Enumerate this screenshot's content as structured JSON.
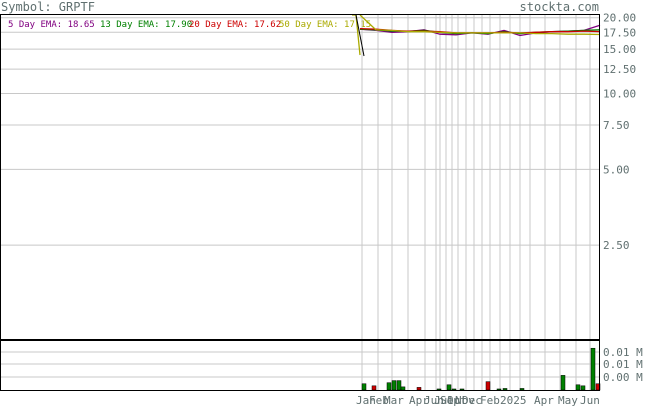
{
  "header": {
    "symbol_label": "Symbol: GRPTF",
    "site": "stockta.com"
  },
  "legend": [
    {
      "label": "5 Day EMA: 18.65",
      "color": "#800080"
    },
    {
      "label": "13 Day EMA: 17.90",
      "color": "#008000"
    },
    {
      "label": "20 Day EMA: 17.62",
      "color": "#cc0000"
    },
    {
      "label": "50 Day EMA: 17.15",
      "color": "#aaaa00"
    }
  ],
  "colors": {
    "grid": "#c8c8c8",
    "frame": "#000000",
    "axis_text": "#607070",
    "up_bar": "#008000",
    "down_bar": "#cc0000",
    "ema5": "#800080",
    "ema13": "#008000",
    "ema20": "#cc0000",
    "ema50": "#aaaa00"
  },
  "chart_data": [
    {
      "type": "line",
      "title": "Symbol: GRPTF",
      "y_scale": "log",
      "y_ticks": [
        "20.00",
        "17.50",
        "15.00",
        "12.50",
        "10.00",
        "7.50",
        "5.00",
        "2.50"
      ],
      "y_tick_values": [
        20,
        17.5,
        15,
        12.5,
        10,
        7.5,
        5,
        2.5
      ],
      "ylim": [
        1.05,
        20.5
      ],
      "x_labels": [
        "Jan",
        "Feb",
        "Mar",
        "Apr",
        "Jun",
        "Jul",
        "Sep",
        "Oct",
        "Nov",
        "Dec",
        "Feb",
        "2025",
        "Apr",
        "May",
        "Jun"
      ],
      "series": [
        {
          "name": "5 Day EMA",
          "values": [
            18.0,
            17.8,
            17.5,
            17.6,
            17.9,
            17.2,
            17.1,
            17.4,
            17.2,
            17.8,
            17.0,
            17.4,
            17.6,
            17.7,
            17.8,
            18.65
          ]
        },
        {
          "name": "13 Day EMA",
          "values": [
            18.0,
            17.9,
            17.7,
            17.7,
            17.8,
            17.5,
            17.3,
            17.4,
            17.3,
            17.6,
            17.3,
            17.5,
            17.6,
            17.7,
            17.8,
            17.9
          ]
        },
        {
          "name": "20 Day EMA",
          "values": [
            18.1,
            18.0,
            17.8,
            17.7,
            17.7,
            17.6,
            17.4,
            17.4,
            17.4,
            17.5,
            17.4,
            17.5,
            17.6,
            17.6,
            17.7,
            17.62
          ]
        },
        {
          "name": "50 Day EMA",
          "values": [
            20.5,
            17.9,
            17.8,
            17.6,
            17.6,
            17.5,
            17.4,
            17.4,
            17.4,
            17.4,
            17.4,
            17.3,
            17.3,
            17.2,
            17.2,
            17.15
          ]
        }
      ]
    },
    {
      "type": "bar",
      "y_ticks": [
        "0.01 M",
        "0.01 M",
        "0.00 M"
      ],
      "bars": [
        {
          "value": 0.0012,
          "dir": "up"
        },
        {
          "value": 0.0008,
          "dir": "down"
        },
        {
          "value": 0.0014,
          "dir": "up"
        },
        {
          "value": 0.0018,
          "dir": "up"
        },
        {
          "value": 0.0018,
          "dir": "up"
        },
        {
          "value": 0.0006,
          "dir": "up"
        },
        {
          "value": 0.0005,
          "dir": "down"
        },
        {
          "value": 0.0002,
          "dir": "up"
        },
        {
          "value": 0.001,
          "dir": "up"
        },
        {
          "value": 0.0002,
          "dir": "up"
        },
        {
          "value": 0.0002,
          "dir": "up"
        },
        {
          "value": 0.0016,
          "dir": "down"
        },
        {
          "value": 0.0002,
          "dir": "up"
        },
        {
          "value": 0.0003,
          "dir": "up"
        },
        {
          "value": 0.0003,
          "dir": "up"
        },
        {
          "value": 0.0028,
          "dir": "up"
        },
        {
          "value": 0.001,
          "dir": "up"
        },
        {
          "value": 0.0008,
          "dir": "up"
        },
        {
          "value": 0.008,
          "dir": "up"
        },
        {
          "value": 0.0012,
          "dir": "down"
        }
      ]
    }
  ]
}
